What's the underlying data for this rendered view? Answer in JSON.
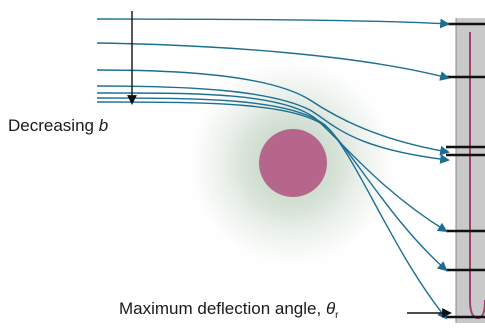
{
  "labels": {
    "decreasing_prefix": "Decreasing ",
    "decreasing_var": "b",
    "max_deflection_prefix": "Maximum deflection angle, ",
    "theta_symbol": "θ",
    "theta_subscript": "r"
  },
  "colors": {
    "trajectory": "#1d6f92",
    "target": "#b5668a",
    "halo": "#8ba88d",
    "screen": "#c9c9c9",
    "screen_loop": "#a0406e",
    "ticks": "#111111",
    "arrow": "#111111"
  },
  "icons": {
    "b_arrow": "down-arrow",
    "theta_arrow": "right-arrow"
  }
}
